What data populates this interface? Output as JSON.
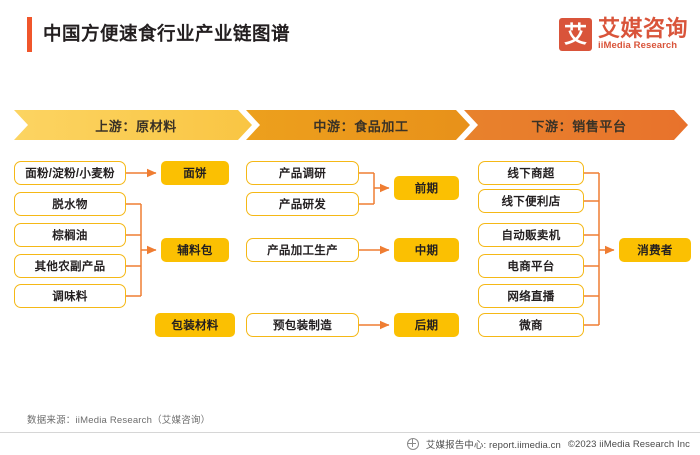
{
  "header": {
    "title": "中国方便速食行业产业链图谱",
    "logo": {
      "mark": "艾",
      "cn": "艾媒咨询",
      "en": "iiMedia Research"
    },
    "accent_color": "#f0562b"
  },
  "banners": [
    {
      "label": "上游：原材料",
      "color": "#f9c543"
    },
    {
      "label": "中游：食品加工",
      "color": "#e8911a"
    },
    {
      "label": "下游：销售平台",
      "color": "#e8722c"
    }
  ],
  "columns": {
    "upstream": {
      "raw_materials": [
        "面粉/淀粉/小麦粉",
        "脱水物",
        "棕榈油",
        "其他农副产品",
        "调味料"
      ],
      "components": [
        "面饼",
        "辅料包",
        "包装材料"
      ]
    },
    "midstream": {
      "processes": [
        "产品调研",
        "产品研发",
        "产品加工生产",
        "预包装制造"
      ],
      "phases": [
        "前期",
        "中期",
        "后期"
      ]
    },
    "downstream": {
      "channels": [
        "线下商超",
        "线下便利店",
        "自动贩卖机",
        "电商平台",
        "网络直播",
        "微商"
      ],
      "endpoint": "消费者"
    }
  },
  "footer": {
    "source": "数据来源：iiMedia Research（艾媒咨询）",
    "report_center": "艾媒报告中心: report.iimedia.cn",
    "copyright": "©2023  iiMedia Research Inc"
  }
}
